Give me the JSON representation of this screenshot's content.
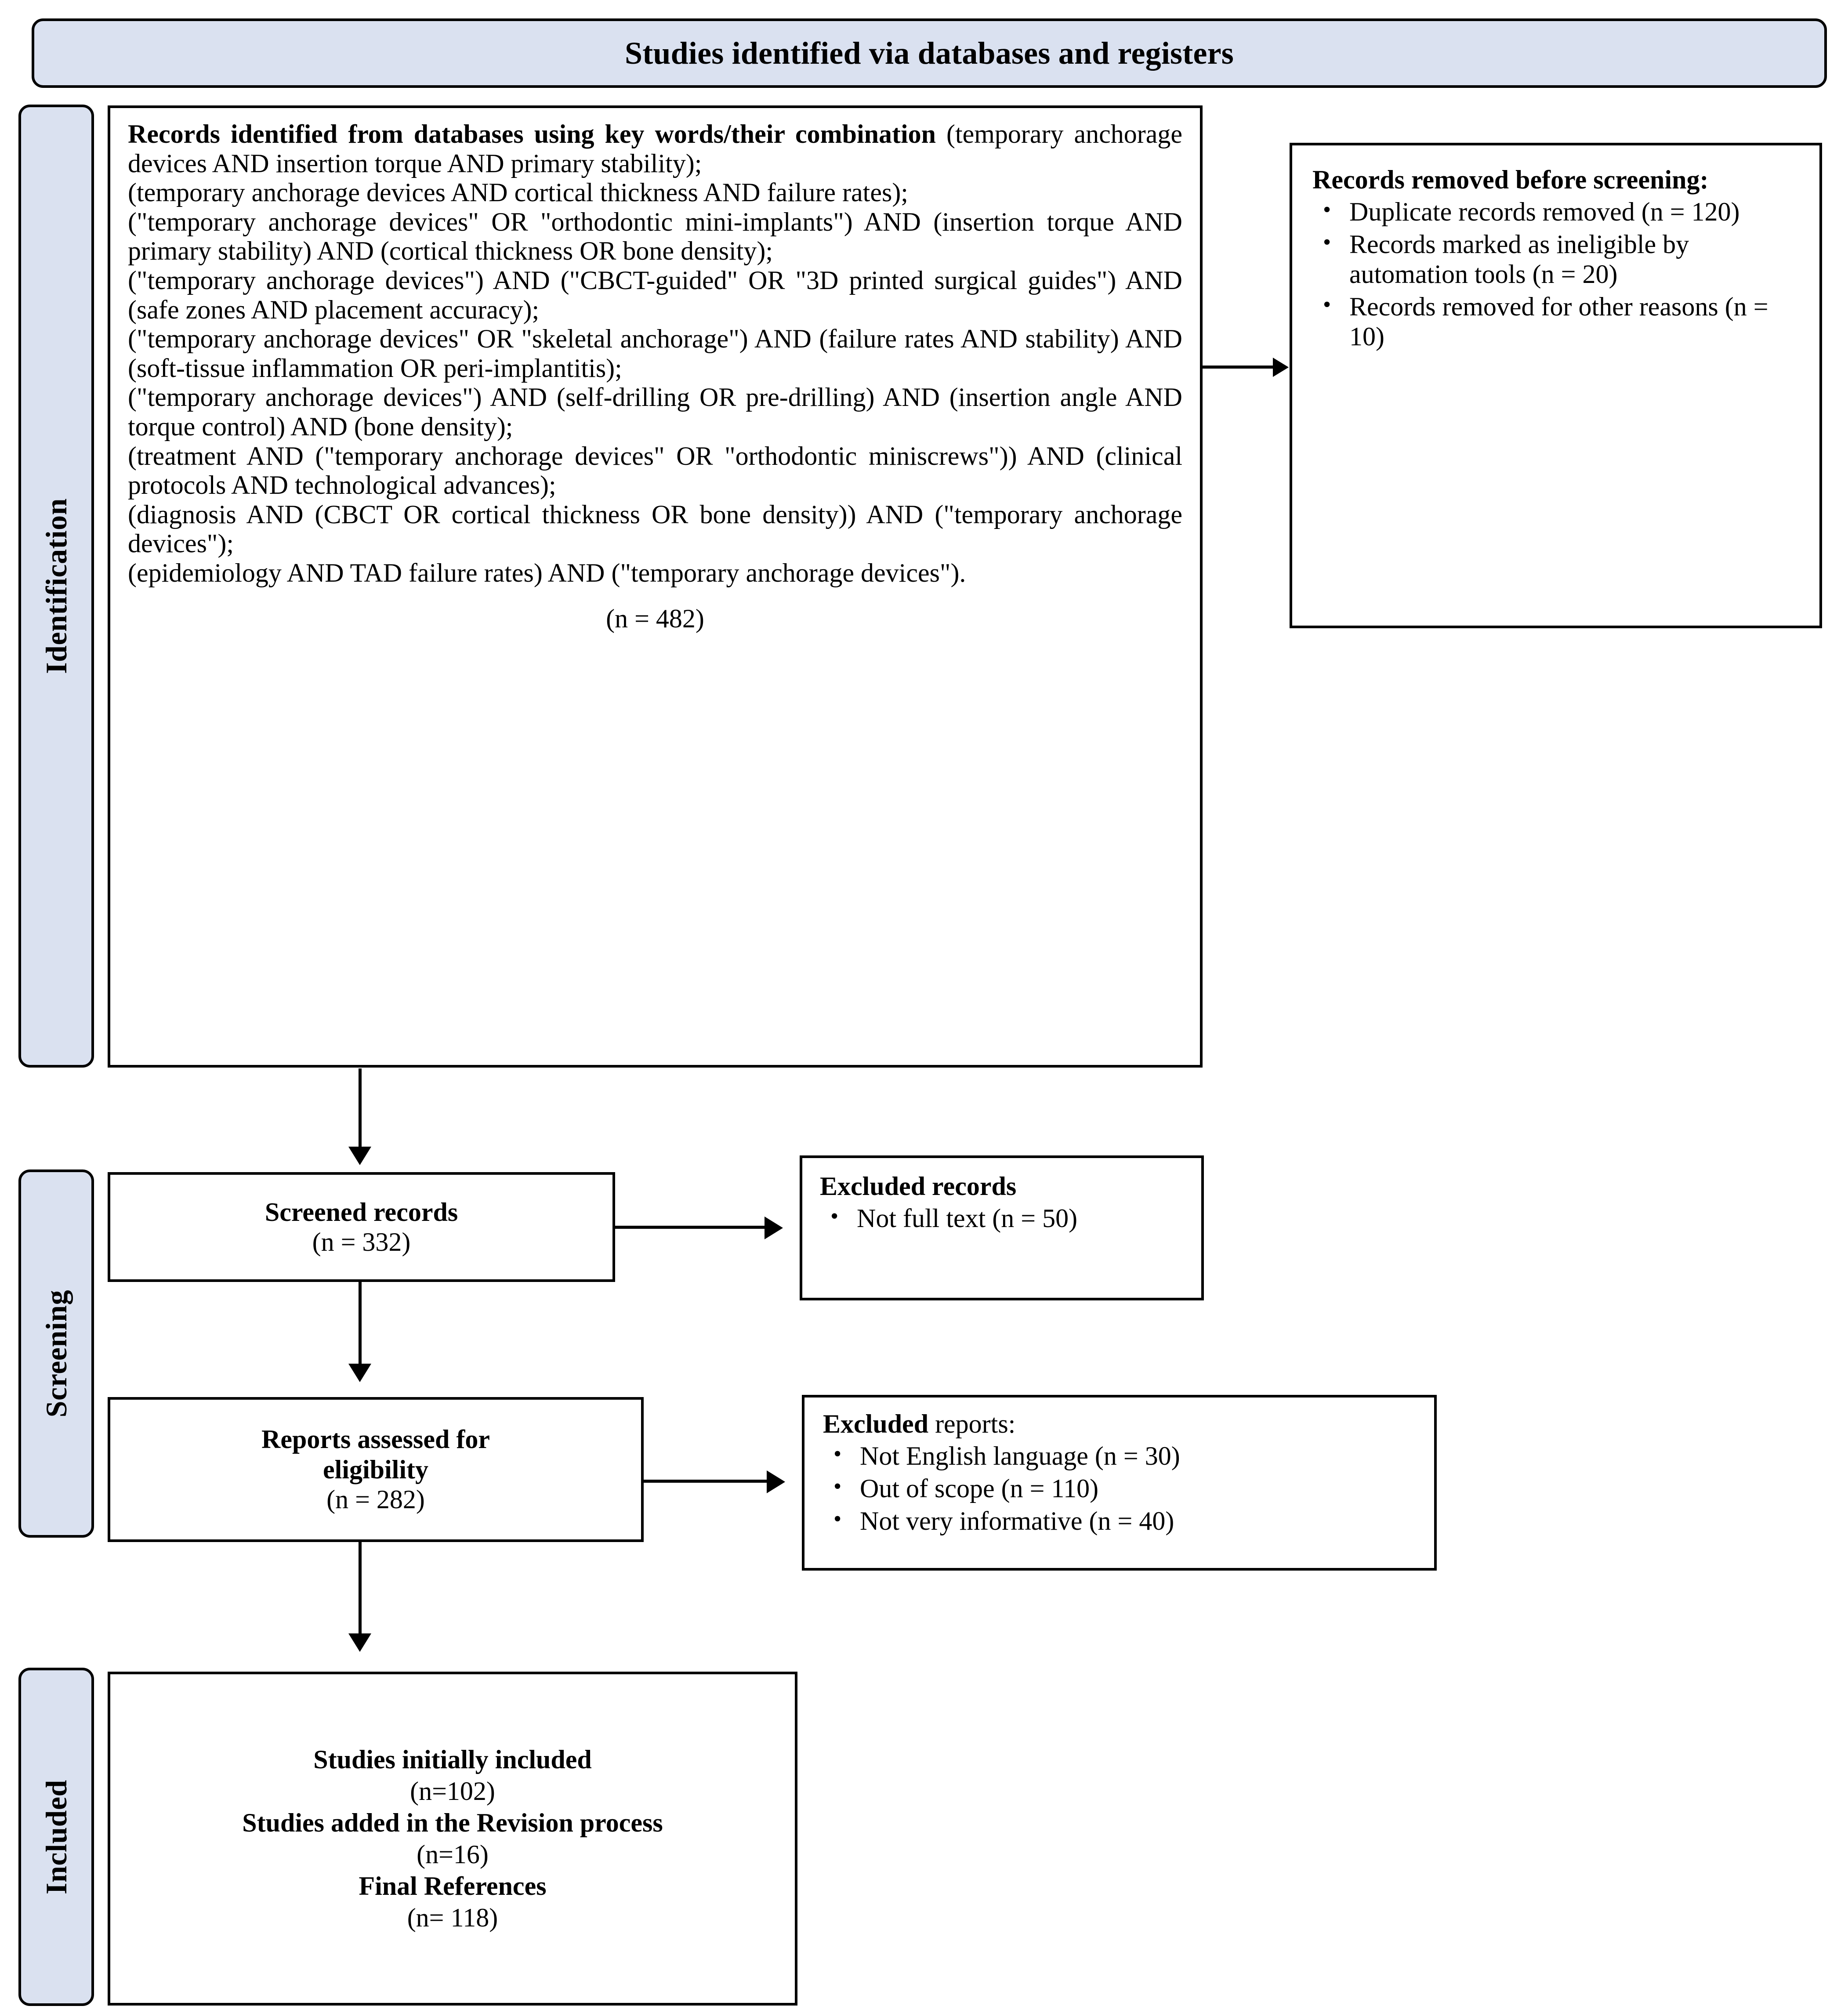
{
  "header": {
    "title": "Studies identified via databases and registers"
  },
  "stages": {
    "identification": "Identification",
    "screening": "Screening",
    "included": "Included"
  },
  "identification": {
    "lead_bold": "Records identified from databases using key words/their combination",
    "queries": [
      " (temporary anchorage devices AND insertion torque AND primary stability);",
      "(temporary anchorage devices AND cortical thickness AND failure rates);",
      "(\"temporary anchorage devices\" OR \"orthodontic mini-implants\") AND (insertion torque AND primary stability) AND (cortical thickness OR bone density);",
      "(\"temporary anchorage devices\") AND (\"CBCT-guided\" OR \"3D printed surgical guides\") AND (safe zones AND placement accuracy);",
      "(\"temporary anchorage devices\" OR \"skeletal anchorage\") AND (failure rates AND stability) AND (soft-tissue inflammation OR peri-implantitis);",
      "(\"temporary anchorage devices\") AND (self-drilling OR pre-drilling) AND (insertion angle AND torque control) AND (bone density);",
      "(treatment AND (\"temporary anchorage devices\" OR \"orthodontic miniscrews\")) AND (clinical protocols AND technological advances);",
      "(diagnosis AND (CBCT OR cortical thickness OR bone density)) AND (\"temporary anchorage devices\");",
      "(epidemiology AND TAD failure rates) AND (\"temporary anchorage devices\")."
    ],
    "count": "(n = 482)"
  },
  "records_removed": {
    "heading": "Records removed before screening:",
    "items": [
      "Duplicate records removed (n = 120)",
      "Records marked as ineligible by automation tools (n = 20)",
      "Records removed for other reasons (n = 10)"
    ]
  },
  "screened_records": {
    "title": "Screened records",
    "count": "(n = 332)"
  },
  "excluded_records": {
    "heading": "Excluded records",
    "items": [
      "Not full text (n = 50)"
    ]
  },
  "reports_assessed": {
    "title_line1": "Reports assessed for",
    "title_line2": "eligibility",
    "count": "(n = 282)"
  },
  "excluded_reports": {
    "heading_bold": "Excluded",
    "heading_rest": " reports:",
    "items": [
      "Not English language (n = 30)",
      "Out of scope (n = 110)",
      "Not very informative (n = 40)"
    ]
  },
  "included": {
    "line1": "Studies initially included",
    "count1": "(n=102)",
    "line2": "Studies added in the Revision process",
    "count2": "(n=16)",
    "line3": "Final References",
    "count3": "(n= 118)"
  },
  "colors": {
    "stage_band_fill": "#dae1f0",
    "border": "#000000",
    "background": "#ffffff"
  }
}
